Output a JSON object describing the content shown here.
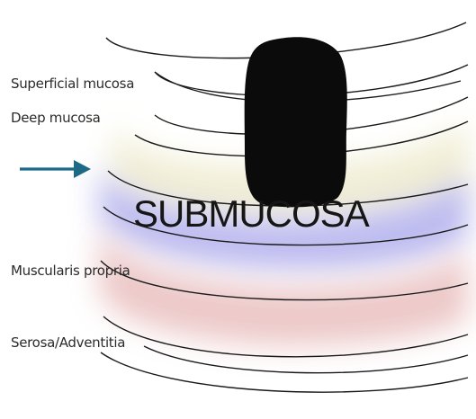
{
  "diagram": {
    "layer_labels": {
      "superficial_mucosa": "Superficial mucosa",
      "deep_mucosa": "Deep mucosa",
      "muscularis_propria": "Muscularis propria",
      "serosa_adventitia": "Serosa/Adventitia"
    },
    "submucosa_label": "SUBMUCOSA",
    "colors": {
      "arrow": "#1c6a86",
      "mucosa_band": "#f1eed6",
      "submucosa_band": "#b5b4ee",
      "muscularis_band": "#ebc3c3",
      "lesion": "#0b0b0b",
      "layer_lines": "#1a1a1a"
    },
    "icons": {
      "pointer": "right-arrow-icon",
      "lesion": "black-lesion-shape"
    }
  }
}
